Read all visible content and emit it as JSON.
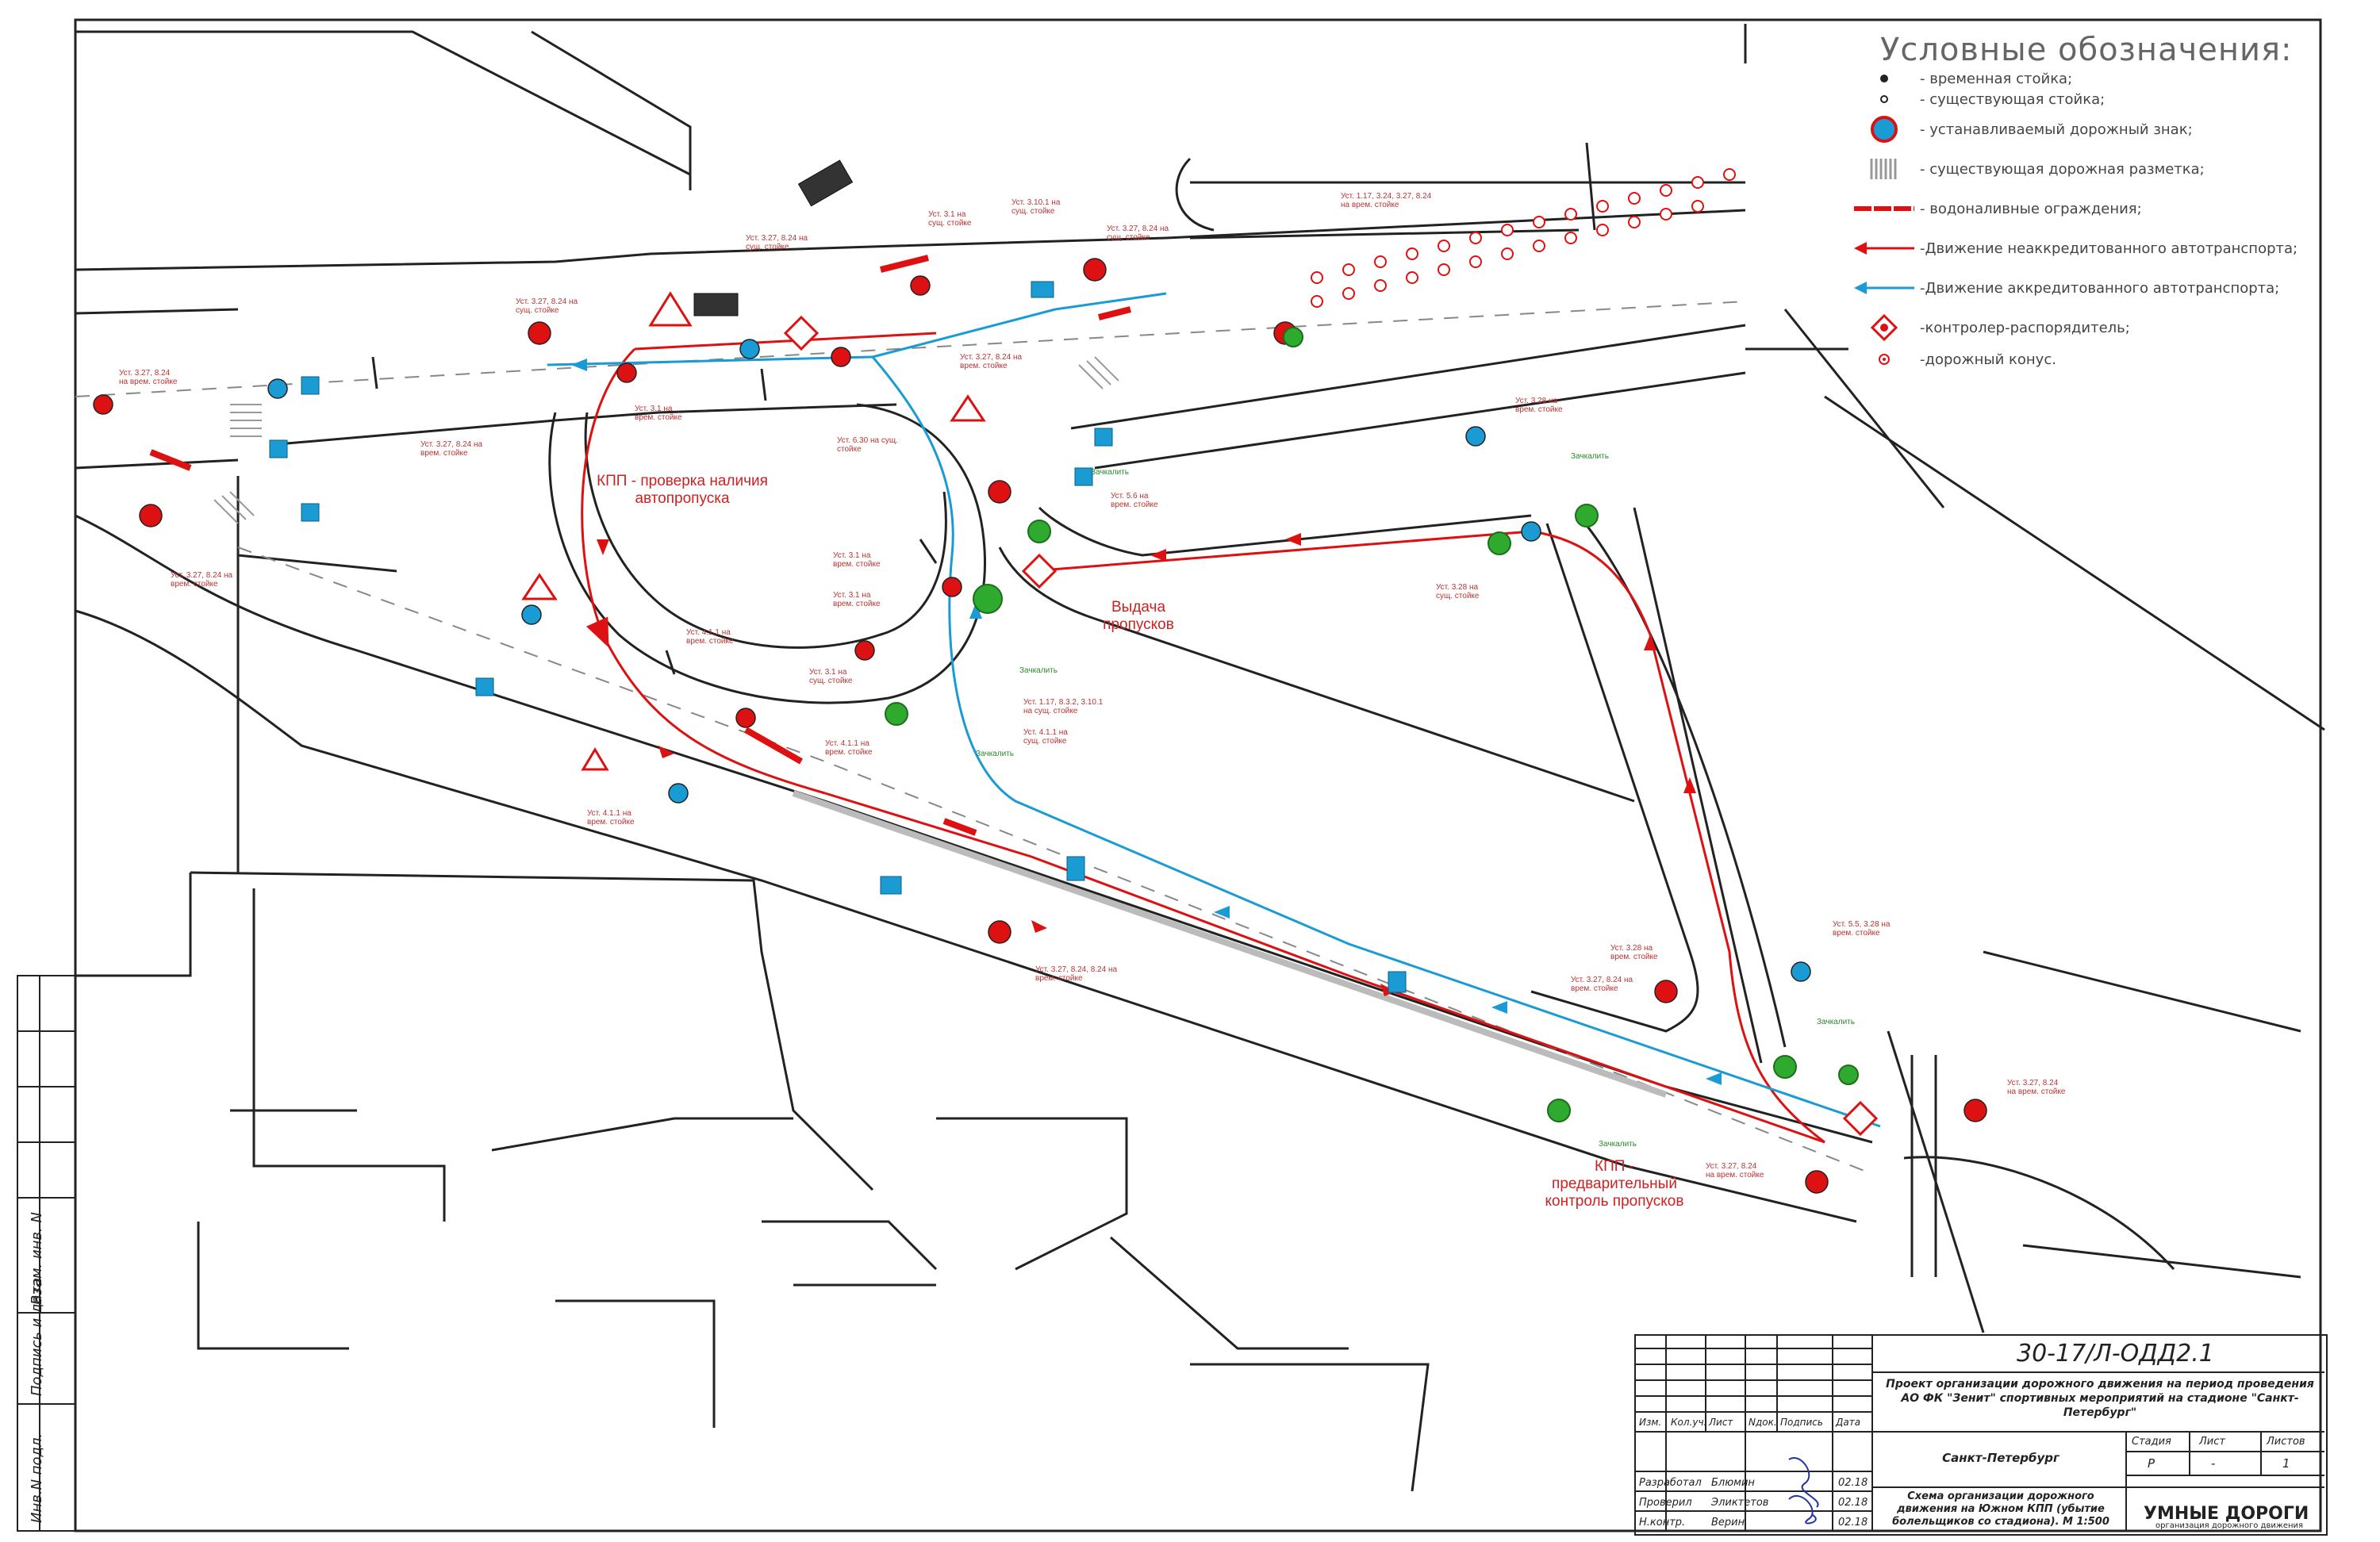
{
  "legend": {
    "title": "Условные обозначения:",
    "items": [
      {
        "label": "- временная стойка;",
        "icon": "dot-black-icon"
      },
      {
        "label": "- существующая стойка;",
        "icon": "dot-ring-icon"
      },
      {
        "label": "- устанавливаемый дорожный знак;",
        "icon": "road-sign-icon"
      },
      {
        "label": "- существующая дорожная разметка;",
        "icon": "road-marking-icon"
      },
      {
        "label": "- водоналивные ограждения;",
        "icon": "water-barrier-icon"
      },
      {
        "label": "-Движение неаккредитованного автотранспорта;",
        "icon": "red-arrow-icon"
      },
      {
        "label": "-Движение аккредитованного автотранспорта;",
        "icon": "blue-arrow-icon"
      },
      {
        "label": "-контролер-распорядитель;",
        "icon": "controller-icon"
      },
      {
        "label": "-дорожный конус.",
        "icon": "cone-icon"
      }
    ]
  },
  "map_labels": {
    "kpp_check": "КПП - проверка наличия автопропуска",
    "pass_issue": "Выдача пропусков",
    "kpp_pre": "КПП - предварительный контроль пропусков",
    "sign_notes": [
      "Уст. 3.27, 8.24 на врем. стойке",
      "Уст. 3.27, 8.24 на сущ. стойке",
      "Уст. 3.1 на сущ. стойке",
      "Уст. 3.10.1 на сущ. стойке",
      "Уст. 3.27, 8.24 на сущ. стойке",
      "Уст. 1.17, 3.24, 3.27, 8.24 на врем. стойке",
      "Уст. 3.27, 8.24 на врем. стойке",
      "Уст. 3.27, 8.24 на врем. стойке",
      "Уст. 3.1 на врем. стойке",
      "Уст. 3.27, 8.24 на сущ. стойке",
      "Уст. 3.27, 8.24 на врем. стойке",
      "Уст. 6.30 на сущ. стойке",
      "Уст. 3.28 на врем. стойке",
      "Уст. 5.6 на врем. стойке",
      "Уст. 3.1 на врем. стойке",
      "Уст. 3.1 на врем. стойке",
      "Уст. 3.28 на сущ. стойке",
      "Уст. 4.1.1 на врем. стойке",
      "Уст. 3.1 на сущ. стойке",
      "Уст. 1.17, 8.3.2, 3.10.1 на сущ. стойке",
      "Уст. 4.1.1 на сущ. стойке",
      "Уст. 4.1.1 на врем. стойке",
      "Уст. 4.1.1 на врем. стойке",
      "Уст. 3.27, 8.24, 8.24 на врем. стойке",
      "Уст. 3.28 на врем. стойке",
      "Уст. 3.27, 8.24 на врем. стойке",
      "Уст. 5.5, 3.28 на врем. стойке",
      "Уст. 3.27, 8.24 на врем. стойке",
      "Уст. 3.27, 8.24 на врем. стойке"
    ],
    "controller_note": "Зачкалить"
  },
  "stamp": {
    "code": "30-17/Л-ОДД2.1",
    "project": "Проект организации дорожного движения на период проведения АО ФК \"Зенит\" спортивных мероприятий на стадионе \"Санкт-Петербург\"",
    "city": "Санкт-Петербург",
    "sheet_title": "Схема организации дорожного движения на Южном КПП (убытие болельщиков со стадиона). М 1:500",
    "headers": [
      "Изм.",
      "Кол.уч.",
      "Лист",
      "Nдок.",
      "Подпись",
      "Дата"
    ],
    "col_stage": "Стадия",
    "col_sheet": "Лист",
    "col_sheets": "Листов",
    "stage": "Р",
    "sheet": "-",
    "sheets": "1",
    "rows": [
      {
        "role": "Разработал",
        "name": "Блюмин",
        "date": "02.18"
      },
      {
        "role": "Проверил",
        "name": "Эликтетов",
        "date": "02.18"
      },
      {
        "role": "Н.контр.",
        "name": "Верин",
        "date": "02.18"
      }
    ],
    "company": "УМНЫЕ ДОРОГИ",
    "company_sub": "организация дорожного движения"
  },
  "side_stamp": {
    "inv_podl": "Инв.N подл.",
    "sign_date": "Подпись и дата",
    "vzam": "Взам. инв. N"
  }
}
